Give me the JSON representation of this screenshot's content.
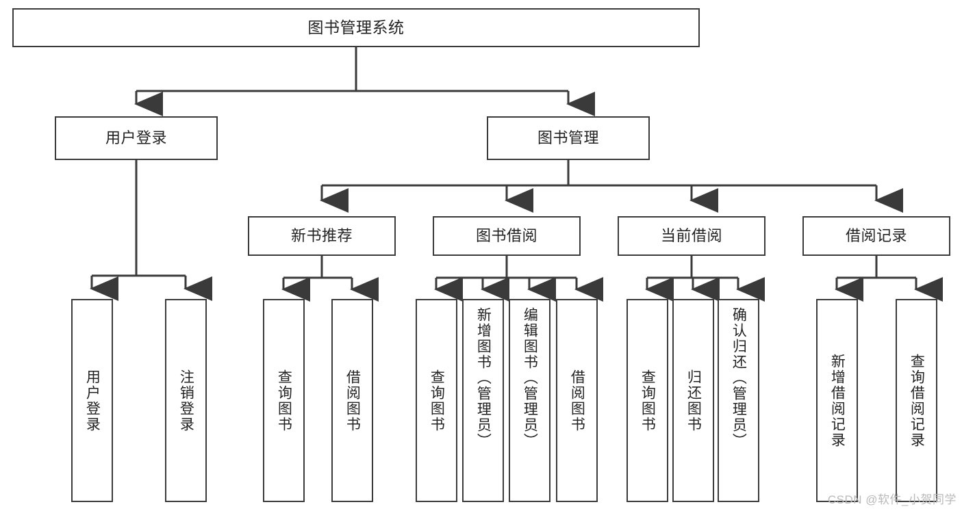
{
  "diagram": {
    "title": "图书管理系统",
    "type": "tree",
    "watermark": "CSDN @软件_小贺同学",
    "colors": {
      "box_border": "#3a3a3a",
      "box_fill": "#ffffff",
      "connector": "#3a3a3a",
      "text": "#222222",
      "watermark": "#b9b9b9"
    }
  },
  "nodes": {
    "root": {
      "label": "图书管理系统"
    },
    "level2": [
      {
        "id": "user-login",
        "label": "用户登录"
      },
      {
        "id": "book-management",
        "label": "图书管理"
      }
    ],
    "level3": [
      {
        "id": "new-book-recommend",
        "label": "新书推荐"
      },
      {
        "id": "book-borrow",
        "label": "图书借阅"
      },
      {
        "id": "current-borrow",
        "label": "当前借阅"
      },
      {
        "id": "borrow-record",
        "label": "借阅记录"
      }
    ],
    "leaves": {
      "user_login": [
        {
          "id": "user-login-leaf",
          "label": "用户登录"
        },
        {
          "id": "logout-leaf",
          "label": "注销登录"
        }
      ],
      "new_book_recommend": [
        {
          "id": "query-book-1",
          "label": "查询图书"
        },
        {
          "id": "borrow-book-1",
          "label": "借阅图书"
        }
      ],
      "book_borrow": [
        {
          "id": "query-book-2",
          "label": "查询图书"
        },
        {
          "id": "add-book-admin",
          "label": "新增图书（管理员）"
        },
        {
          "id": "edit-book-admin",
          "label": "编辑图书（管理员）"
        },
        {
          "id": "borrow-book-2",
          "label": "借阅图书"
        }
      ],
      "current_borrow": [
        {
          "id": "query-book-3",
          "label": "查询图书"
        },
        {
          "id": "return-book",
          "label": "归还图书"
        },
        {
          "id": "confirm-return-admin",
          "label": "确认归还（管理员）"
        }
      ],
      "borrow_record": [
        {
          "id": "add-borrow-record",
          "label": "新增借阅记录"
        },
        {
          "id": "query-borrow-record",
          "label": "查询借阅记录"
        }
      ]
    }
  }
}
